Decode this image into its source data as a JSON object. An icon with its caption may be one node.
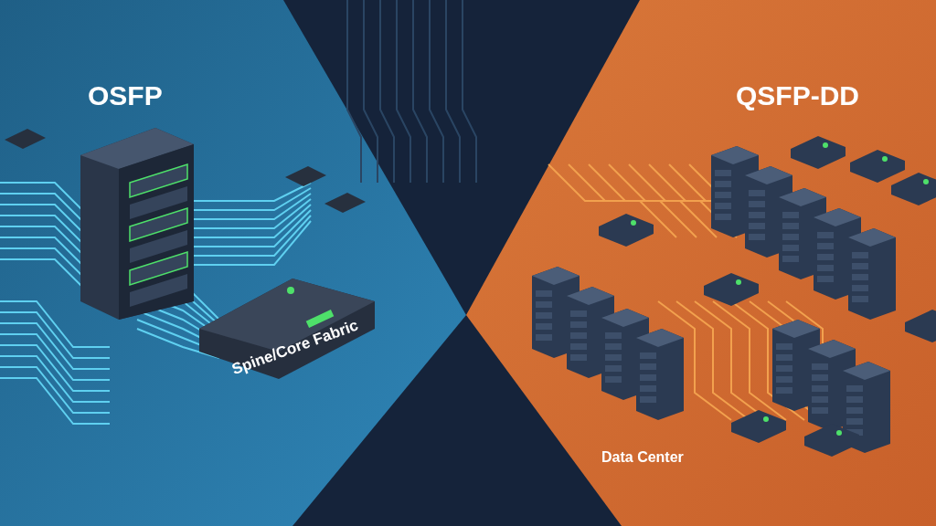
{
  "diagram": {
    "labels": [
      "OSFP",
      "QSFP-DD",
      "Spine/Core Fabric",
      "Data Center"
    ]
  }
}
